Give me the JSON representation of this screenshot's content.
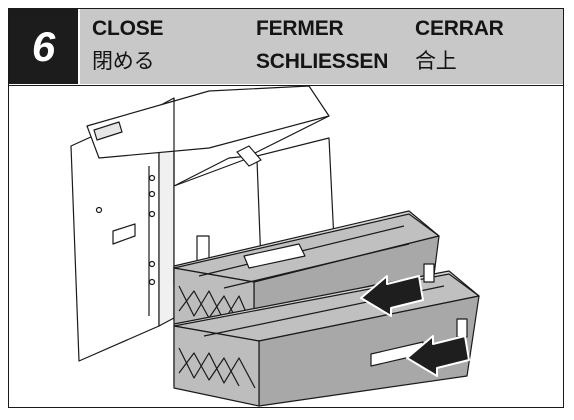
{
  "step": {
    "number": "6",
    "labels": {
      "en": "CLOSE",
      "fr": "FERMER",
      "es": "CERRAR",
      "ja": "閉める",
      "de": "SCHLIESSEN",
      "zh": "合上"
    }
  },
  "illustration": {
    "subject": "printer with two paper trays being pushed closed",
    "icons": [
      "arrow-icon-upper-tray",
      "arrow-icon-lower-tray"
    ]
  },
  "colors": {
    "step_box": "#1c1c1c",
    "header_band": "#c8c8c8",
    "tray_fill": "#a8a8a8",
    "arrow_fill": "#1e1e1e"
  }
}
